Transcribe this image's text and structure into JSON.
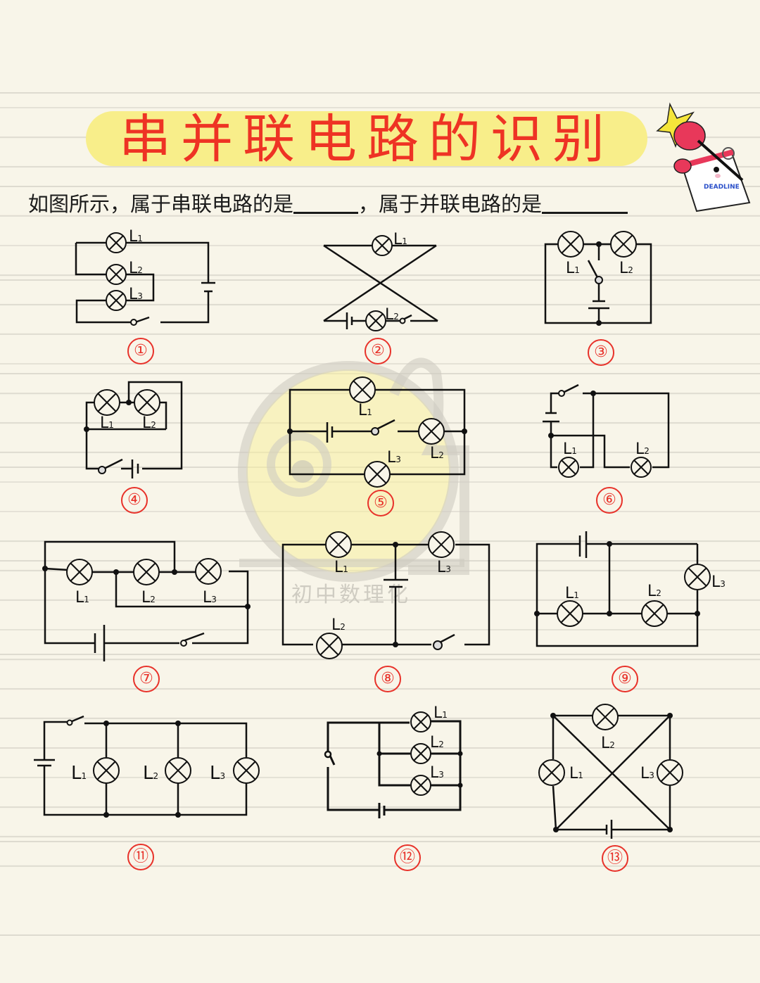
{
  "title": "串并联电路的识别",
  "question": {
    "prefix": "如图所示，属于串联电路的是",
    "middle": "，属于并联电路的是",
    "series_blank": "",
    "parallel_blank": ""
  },
  "sticker": {
    "text": "DEADLINE",
    "icon": "boxing-glove-calendar-icon"
  },
  "watermark": {
    "text": "初中数理化",
    "icon": "thumbs-up-face-icon"
  },
  "colors": {
    "background": "#f8f5e9",
    "title_red": "#ee3324",
    "highlight": "#f8ee8a",
    "number_red": "#e8322a",
    "line": "#111111"
  },
  "circuits": [
    {
      "number": "1",
      "label": "①",
      "lamps": [
        "L1",
        "L2",
        "L3"
      ],
      "components": [
        "battery",
        "switch"
      ]
    },
    {
      "number": "2",
      "label": "②",
      "lamps": [
        "L1",
        "L2"
      ],
      "components": [
        "battery",
        "switch"
      ]
    },
    {
      "number": "3",
      "label": "③",
      "lamps": [
        "L1",
        "L2"
      ],
      "components": [
        "battery",
        "switch"
      ]
    },
    {
      "number": "4",
      "label": "④",
      "lamps": [
        "L1",
        "L2"
      ],
      "components": [
        "battery",
        "switch"
      ]
    },
    {
      "number": "5",
      "label": "⑤",
      "lamps": [
        "L1",
        "L2",
        "L3"
      ],
      "components": [
        "battery",
        "switch"
      ]
    },
    {
      "number": "6",
      "label": "⑥",
      "lamps": [
        "L1",
        "L2"
      ],
      "components": [
        "battery",
        "switch"
      ]
    },
    {
      "number": "7",
      "label": "⑦",
      "lamps": [
        "L1",
        "L2",
        "L3"
      ],
      "components": [
        "battery",
        "switch"
      ]
    },
    {
      "number": "8",
      "label": "⑧",
      "lamps": [
        "L1",
        "L2",
        "L3"
      ],
      "components": [
        "battery",
        "switch"
      ]
    },
    {
      "number": "9",
      "label": "⑨",
      "lamps": [
        "L1",
        "L2",
        "L3"
      ],
      "components": [
        "battery"
      ]
    },
    {
      "number": "11",
      "label": "⑪",
      "lamps": [
        "L1",
        "L2",
        "L3"
      ],
      "components": [
        "battery",
        "switch"
      ]
    },
    {
      "number": "12",
      "label": "⑫",
      "lamps": [
        "L1",
        "L2",
        "L3"
      ],
      "components": [
        "battery",
        "switch"
      ]
    },
    {
      "number": "13",
      "label": "⑬",
      "lamps": [
        "L1",
        "L2",
        "L3"
      ],
      "components": [
        "battery"
      ]
    }
  ],
  "lamp_label": {
    "L": "L",
    "s1": "1",
    "s2": "2",
    "s3": "3"
  }
}
